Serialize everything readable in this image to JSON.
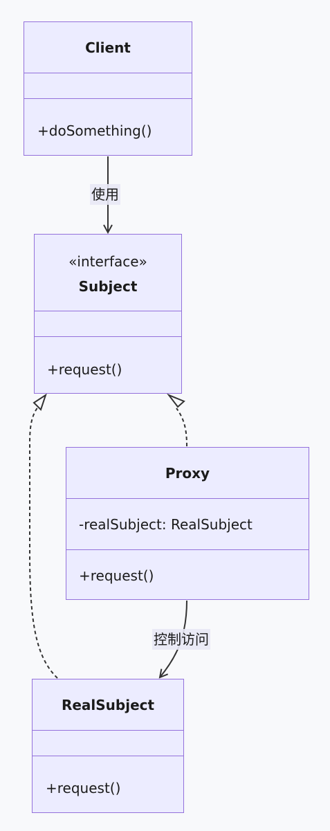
{
  "colors": {
    "background": "#f8f9fb",
    "class_fill": "#ececff",
    "class_border": "#9370db",
    "edge": "#333333",
    "label_bg": "#e8e8f5"
  },
  "classes": {
    "client": {
      "name": "Client",
      "methods": [
        "+doSomething()"
      ]
    },
    "subject": {
      "stereotype": "«interface»",
      "name": "Subject",
      "methods": [
        "+request()"
      ]
    },
    "proxy": {
      "name": "Proxy",
      "attributes": [
        "-realSubject: RealSubject"
      ],
      "methods": [
        "+request()"
      ]
    },
    "real_subject": {
      "name": "RealSubject",
      "methods": [
        "+request()"
      ]
    }
  },
  "relations": [
    {
      "from": "Client",
      "to": "Subject",
      "type": "association",
      "label": "使用"
    },
    {
      "from": "Proxy",
      "to": "Subject",
      "type": "realization",
      "label": ""
    },
    {
      "from": "RealSubject",
      "to": "Subject",
      "type": "realization",
      "label": ""
    },
    {
      "from": "Proxy",
      "to": "RealSubject",
      "type": "association",
      "label": "控制访问"
    }
  ]
}
